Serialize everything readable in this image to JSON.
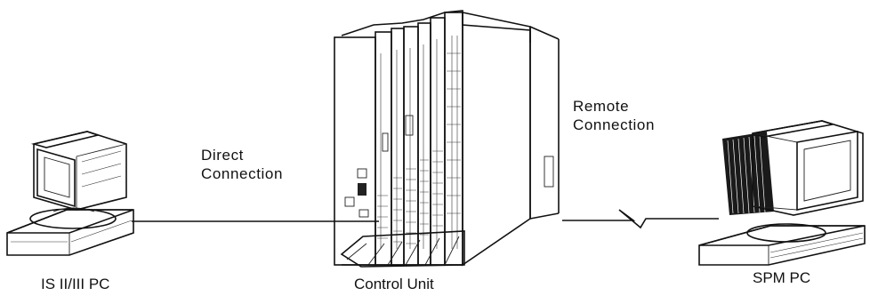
{
  "labels": {
    "direct_connection_line1": "Direct",
    "direct_connection_line2": "Connection",
    "remote_connection_line1": "Remote",
    "remote_connection_line2": "Connection",
    "is_pc": "IS II/III PC",
    "control_unit": "Control Unit",
    "spm_pc": "SPM PC"
  },
  "icons": {
    "left_computer": "desktop-computer-icon",
    "control_unit": "control-unit-cabinet-icon",
    "right_computer": "desktop-computer-icon",
    "remote_link": "lightning-zigzag-icon"
  },
  "colors": {
    "line": "#111111",
    "background": "#ffffff"
  }
}
